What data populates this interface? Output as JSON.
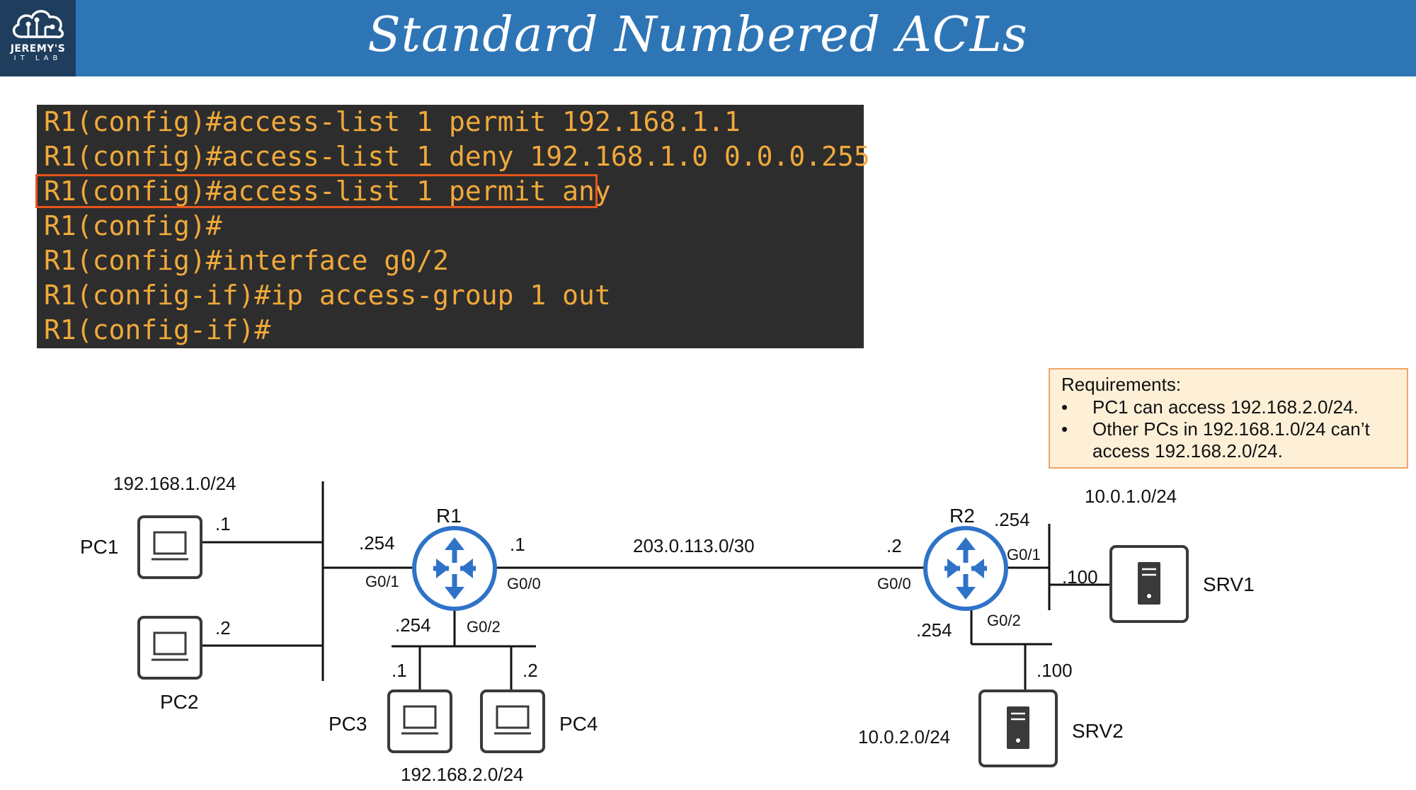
{
  "header": {
    "title": "Standard Numbered ACLs",
    "logo_text": "JEREMY'S",
    "logo_sub": "IT LAB",
    "logo_icon": "cloud-circuit-icon",
    "colors": {
      "header_bg": "#2e75b6",
      "logo_bg": "#1f3d5c"
    }
  },
  "cli": {
    "colors": {
      "bg": "#2d2d2d",
      "text": "#f0a93b",
      "highlight_border": "#e8541b"
    },
    "highlighted_line": 2,
    "lines": [
      "R1(config)#access-list 1 permit 192.168.1.1",
      "R1(config)#access-list 1 deny 192.168.1.0 0.0.0.255",
      "R1(config)#access-list 1 permit any",
      "R1(config)#",
      "R1(config)#interface g0/2",
      "R1(config-if)#ip access-group 1 out",
      "R1(config-if)#"
    ]
  },
  "requirements": {
    "title": "Requirements:",
    "items": [
      "PC1 can access 192.168.2.0/24.",
      "Other PCs in 192.168.1.0/24 can’t access 192.168.2.0/24."
    ],
    "colors": {
      "bg": "#fdf0d7",
      "border": "#f0a36b"
    }
  },
  "topology": {
    "colors": {
      "router": "#2f73c8",
      "link": "#111111",
      "device_stroke": "#3a3a3a"
    },
    "networks": {
      "lan1": "192.168.1.0/24",
      "lan2": "192.168.2.0/24",
      "wan": "203.0.113.0/30",
      "srv1_net": "10.0.1.0/24",
      "srv2_net": "10.0.2.0/24"
    },
    "routers": {
      "r1": {
        "name": "R1",
        "ip_g01": ".254",
        "if_g01": "G0/1",
        "ip_g00": ".1",
        "if_g00": "G0/0",
        "ip_g02": ".254",
        "if_g02": "G0/2"
      },
      "r2": {
        "name": "R2",
        "ip_g00": ".2",
        "if_g00": "G0/0",
        "ip_g01": ".254",
        "if_g01": "G0/1",
        "ip_g02": ".254",
        "if_g02": "G0/2"
      }
    },
    "hosts": {
      "pc1": {
        "name": "PC1",
        "ip": ".1"
      },
      "pc2": {
        "name": "PC2",
        "ip": ".2"
      },
      "pc3": {
        "name": "PC3",
        "ip": ".1"
      },
      "pc4": {
        "name": "PC4",
        "ip": ".2"
      },
      "srv1": {
        "name": "SRV1",
        "ip": ".100"
      },
      "srv2": {
        "name": "SRV2",
        "ip": ".100"
      }
    },
    "icons": {
      "pc": "pc-monitor-icon",
      "server": "server-tower-icon",
      "router": "router-icon"
    }
  }
}
